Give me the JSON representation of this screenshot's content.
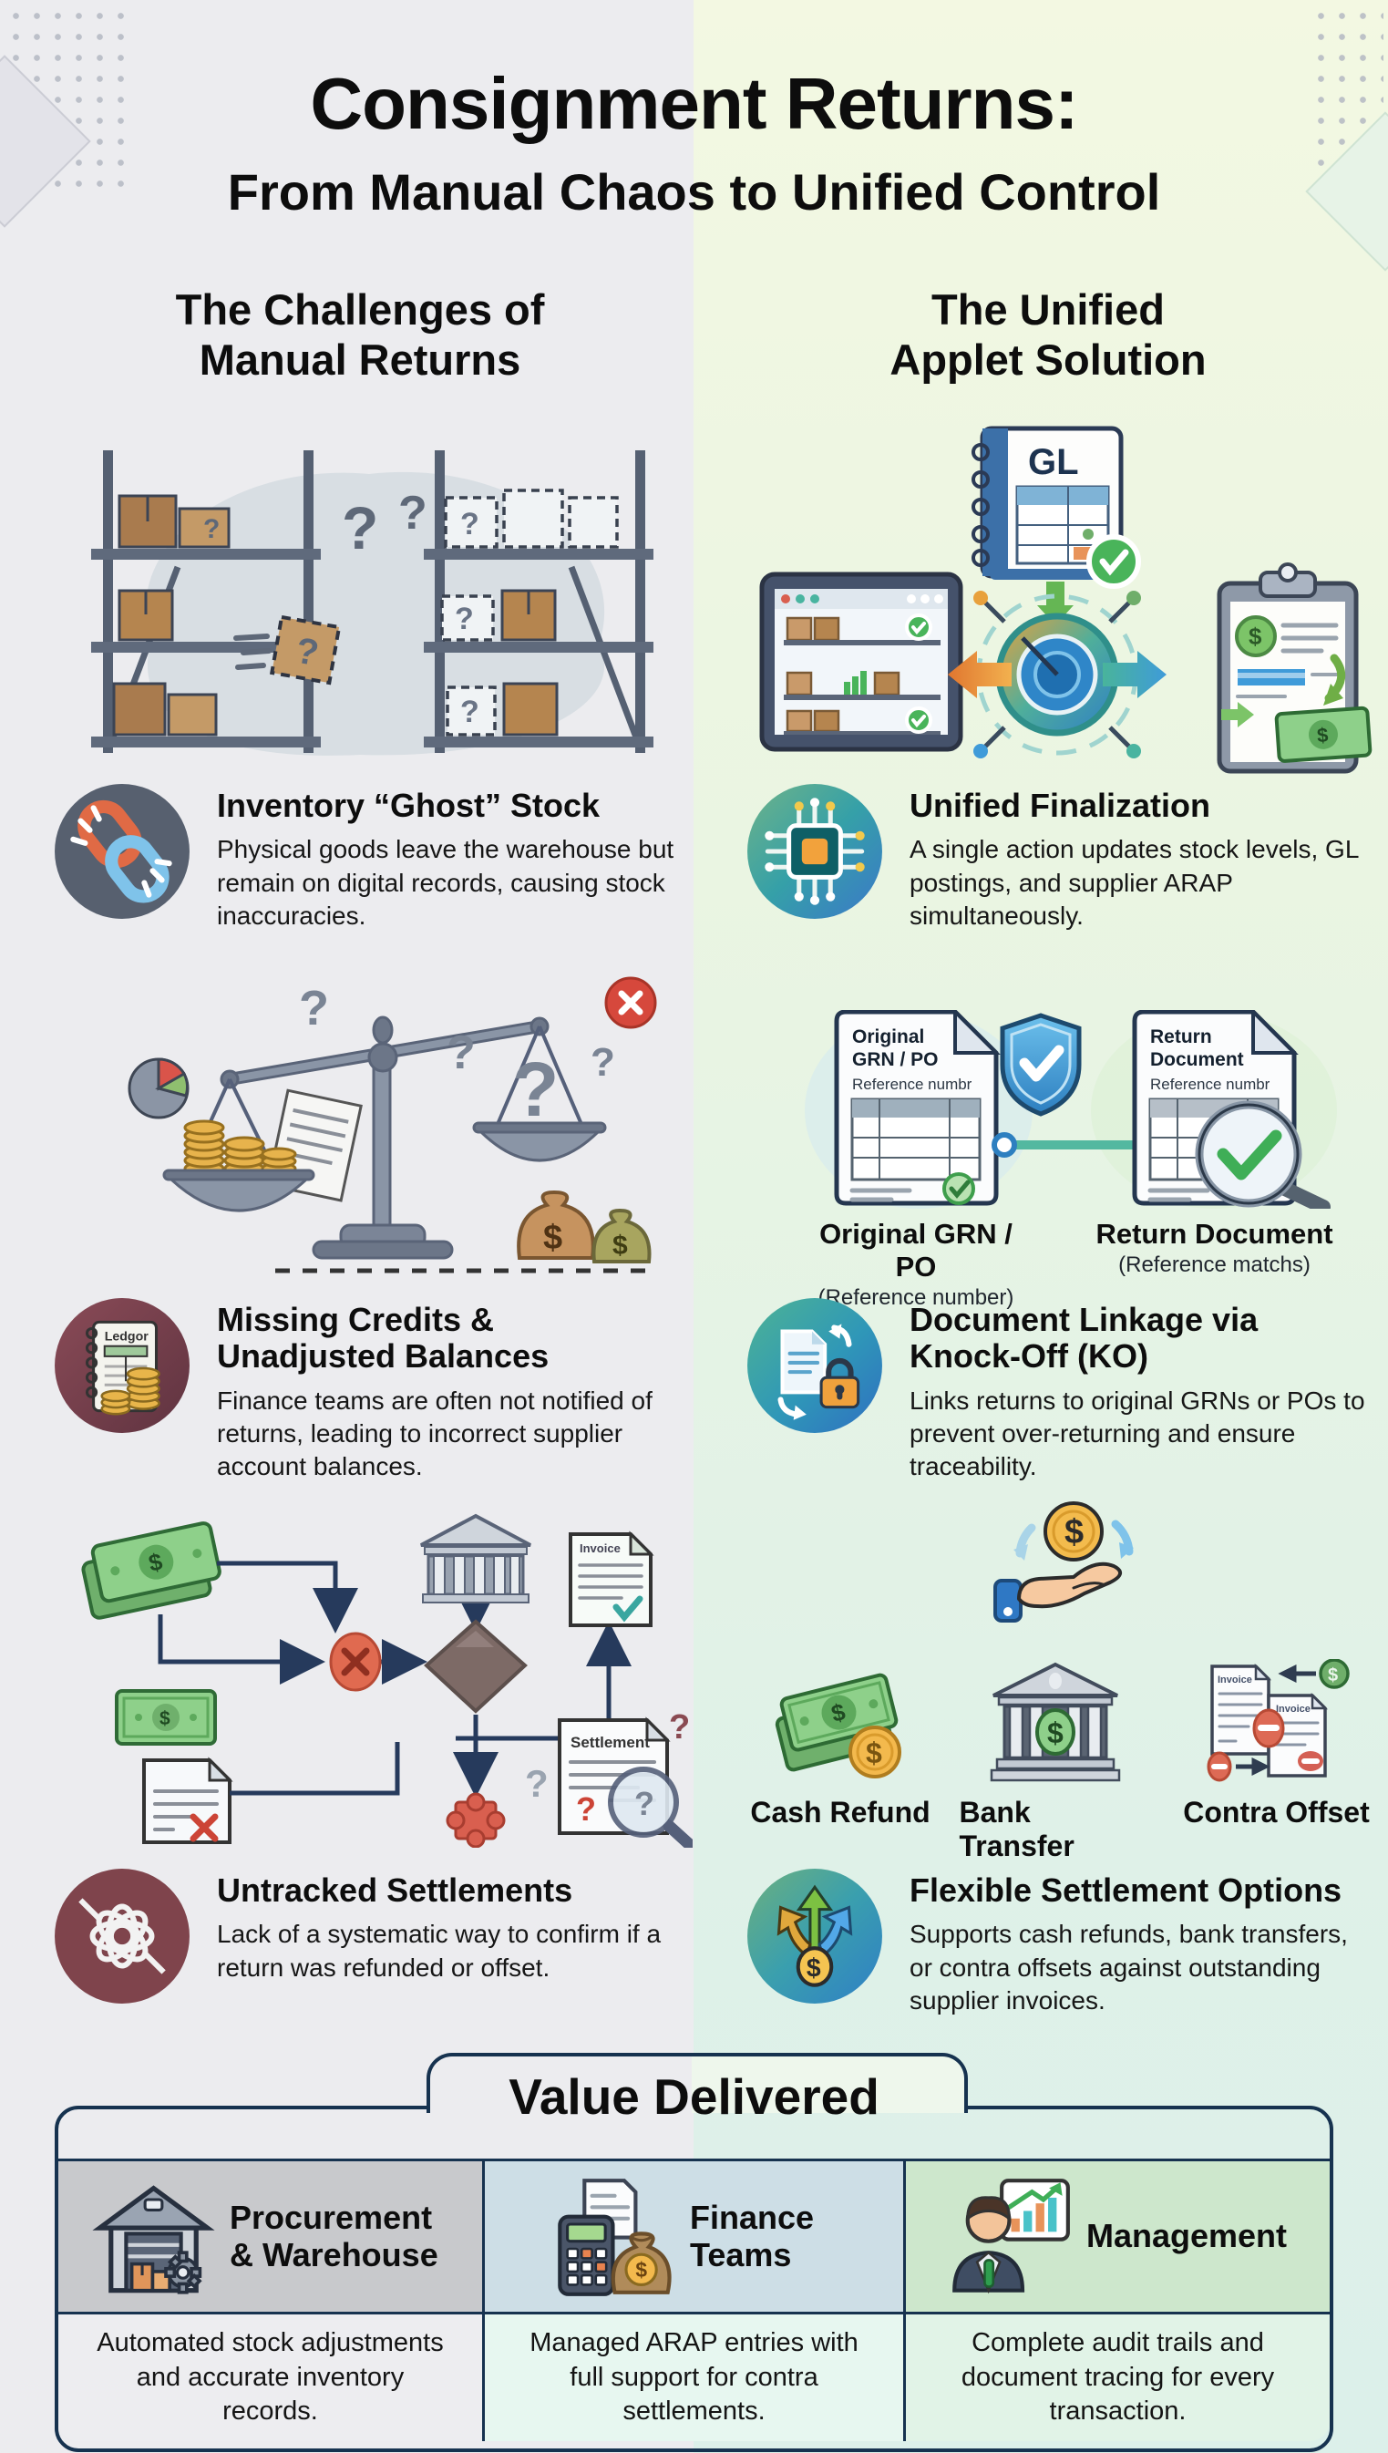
{
  "page": {
    "title": "Consignment Returns:",
    "subtitle": "From Manual Chaos to Unified Control"
  },
  "left_column": {
    "heading_line1": "The Challenges of",
    "heading_line2": "Manual Returns",
    "items": [
      {
        "icon": "broken-chain-icon",
        "title": "Inventory “Ghost” Stock",
        "description": "Physical goods leave the warehouse but remain on digital records, causing stock inaccuracies."
      },
      {
        "icon": "ledger-icon",
        "icon_label": "Ledgor",
        "title": "Missing Credits & Unadjusted Balances",
        "description": "Finance teams are often not notified of returns, leading to incorrect supplier account balances."
      },
      {
        "icon": "tangled-knot-icon",
        "title": "Untracked Settlements",
        "description": "Lack of a systematic way to confirm if a return was refunded or offset."
      }
    ],
    "flowchart_labels": {
      "invoice": "Invoice",
      "settlement": "Settlement"
    }
  },
  "right_column": {
    "heading_line1": "The Unified",
    "heading_line2": "Applet Solution",
    "items": [
      {
        "icon": "circuit-chip-icon",
        "title": "Unified Finalization",
        "description": "A single action updates stock levels, GL postings, and supplier ARAP simultaneously."
      },
      {
        "icon": "document-lock-icon",
        "title": "Document Linkage via Knock-Off (KO)",
        "description": "Links returns to original GRNs or POs to prevent over-returning and ensure traceability."
      },
      {
        "icon": "branching-arrows-icon",
        "title": "Flexible Settlement Options",
        "description": "Supports cash refunds, bank transfers, or contra offsets against outstanding supplier invoices."
      }
    ],
    "finalization_illustration": {
      "gl_label": "GL"
    },
    "linkage_illustration": {
      "left_doc_title_line1": "Original",
      "left_doc_title_line2": "GRN / PO",
      "left_doc_subtitle": "Reference numbr",
      "right_doc_title_line1": "Return",
      "right_doc_title_line2": "Document",
      "right_doc_subtitle": "Reference numbr",
      "left_caption": "Original GRN / PO",
      "left_caption_note": "(Reference number)",
      "right_caption": "Return Document",
      "right_caption_note": "(Reference matchs)"
    },
    "settlement_options": [
      {
        "icon": "cash-icon",
        "label": "Cash Refund"
      },
      {
        "icon": "bank-icon",
        "label": "Bank Transfer"
      },
      {
        "icon": "contra-invoices-icon",
        "label": "Contra Offset"
      }
    ],
    "contra_labels": {
      "invoice_a": "Invoice",
      "invoice_b": "Invoice"
    }
  },
  "value_section": {
    "heading": "Value Delivered",
    "columns": [
      {
        "icon": "warehouse-icon",
        "title": "Procurement & Warehouse",
        "description": "Automated stock adjustments and accurate inventory records."
      },
      {
        "icon": "calculator-moneybag-icon",
        "title": "Finance Teams",
        "description": "Managed ARAP entries with full support for contra settlements."
      },
      {
        "icon": "manager-chart-icon",
        "title": "Management",
        "description": "Complete audit trails and document tracing for every transaction."
      }
    ]
  },
  "colors": {
    "left_background": "#ececef",
    "right_background_top": "#f3f8e2",
    "right_background_bottom": "#dcf0ea",
    "outline_navy": "#16324f",
    "challenge_icon_slate": "#57606f",
    "challenge_icon_maroon": "#7d4350",
    "solution_icon_teal": "#3fae9d",
    "solution_icon_blue": "#2f7fc6",
    "check_green": "#3fae57",
    "error_red": "#d6483c",
    "coin_gold": "#f3bb4d",
    "cash_green": "#8ed08a",
    "arrow_orange": "#e8913f",
    "arrow_blue": "#3f9bd9"
  }
}
